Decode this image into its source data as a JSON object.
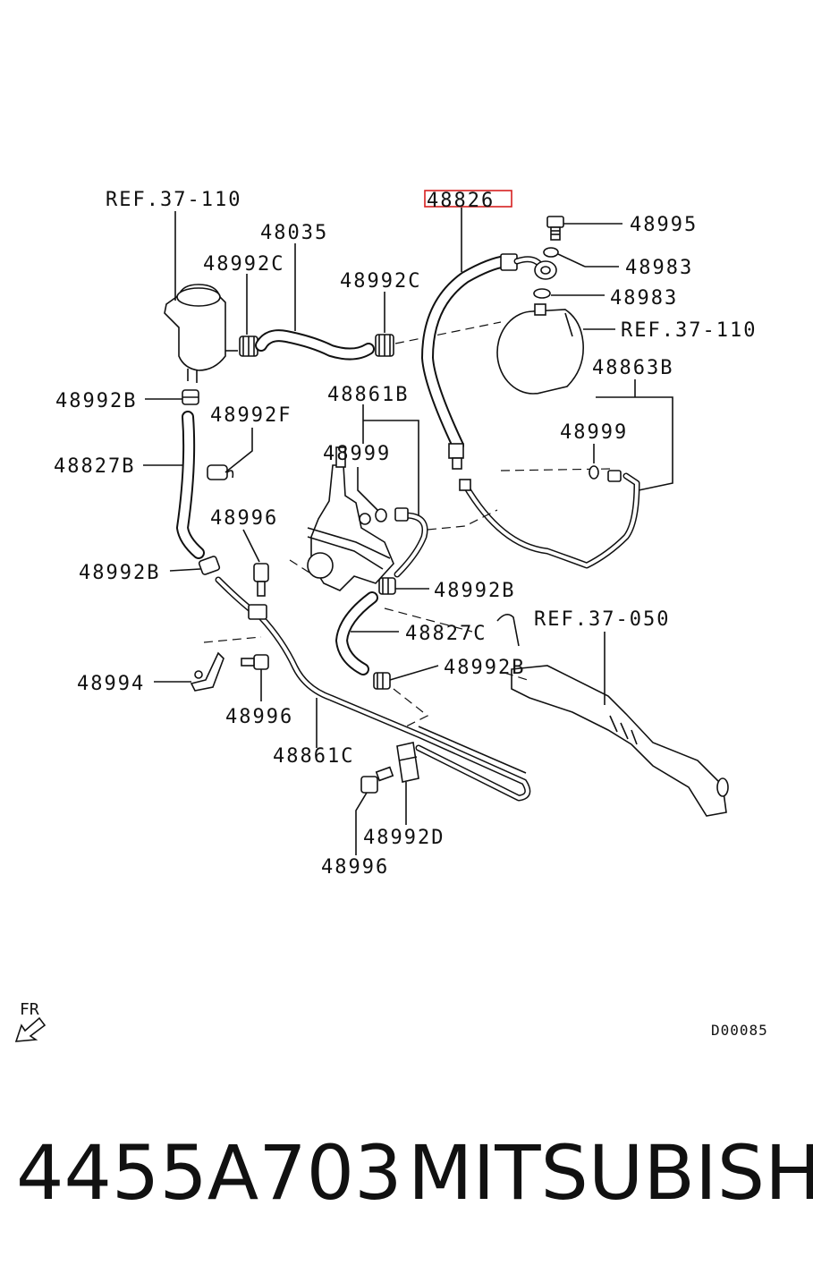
{
  "diagram": {
    "highlight_part": "48826",
    "labels": {
      "ref_37_110_a": "REF.37-110",
      "p48826": "48826",
      "p48995": "48995",
      "p48035": "48035",
      "p48983_a": "48983",
      "p48992c_a": "48992C",
      "p48992c_b": "48992C",
      "p48983_b": "48983",
      "ref_37_110_b": "REF.37-110",
      "p48863b": "48863B",
      "p48992b_a": "48992B",
      "p48861b": "48861B",
      "p48992f": "48992F",
      "p48999_a": "48999",
      "p48999_b": "48999",
      "p48827b": "48827B",
      "p48996_a": "48996",
      "p48992b_b": "48992B",
      "p48992b_c": "48992B",
      "ref_37_050": "REF.37-050",
      "p48827c": "48827C",
      "p48994": "48994",
      "p48992b_d": "48992B",
      "p48996_b": "48996",
      "p48861c": "48861C",
      "p48992d": "48992D",
      "p48996_c": "48996"
    },
    "fr_label": "FR",
    "drawing_code": "D00085"
  },
  "footer": {
    "part_number": "4455A703",
    "brand": "MITSUBISHI"
  }
}
